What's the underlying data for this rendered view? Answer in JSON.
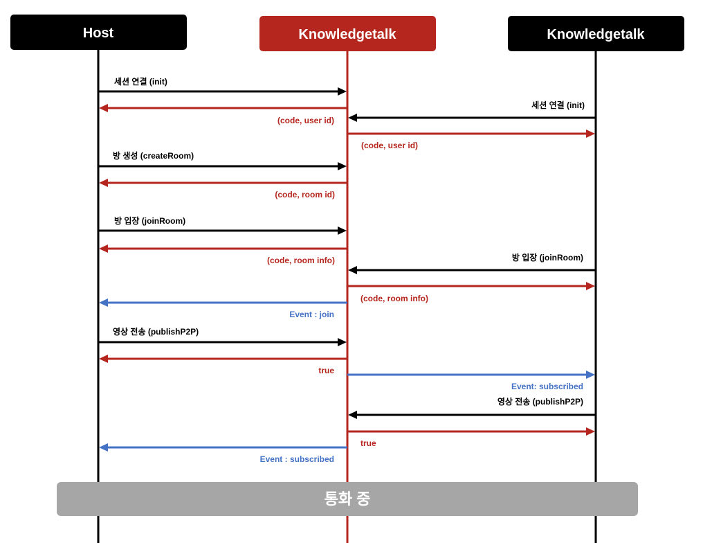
{
  "participants": [
    {
      "name": "Host",
      "color": "#000000"
    },
    {
      "name": "Knowledgetalk",
      "color": "#b5261e"
    },
    {
      "name": "Knowledgetalk",
      "color": "#000000"
    }
  ],
  "messages": [
    {
      "from": 0,
      "to": 1,
      "color": "#000000",
      "label": "세션 연결 (init)"
    },
    {
      "from": 1,
      "to": 0,
      "color": "#b5261e",
      "label": "(code, user id)"
    },
    {
      "from": 2,
      "to": 1,
      "color": "#000000",
      "label": "세션 연결 (init)"
    },
    {
      "from": 1,
      "to": 2,
      "color": "#b5261e",
      "label": "(code, user id)"
    },
    {
      "from": 0,
      "to": 1,
      "color": "#000000",
      "label": "방 생성 (createRoom)"
    },
    {
      "from": 1,
      "to": 0,
      "color": "#b5261e",
      "label": "(code, room id)"
    },
    {
      "from": 0,
      "to": 1,
      "color": "#000000",
      "label": "방 입장 (joinRoom)"
    },
    {
      "from": 1,
      "to": 0,
      "color": "#b5261e",
      "label": "(code, room info)"
    },
    {
      "from": 2,
      "to": 1,
      "color": "#000000",
      "label": "방 입장 (joinRoom)"
    },
    {
      "from": 1,
      "to": 2,
      "color": "#b5261e",
      "label": "(code, room info)"
    },
    {
      "from": 1,
      "to": 0,
      "color": "#4472c4",
      "label": "Event : join"
    },
    {
      "from": 0,
      "to": 1,
      "color": "#000000",
      "label": "영상 전송 (publishP2P)"
    },
    {
      "from": 1,
      "to": 0,
      "color": "#b5261e",
      "label": "true"
    },
    {
      "from": 1,
      "to": 2,
      "color": "#4472c4",
      "label": "Event: subscribed"
    },
    {
      "from": 2,
      "to": 1,
      "color": "#000000",
      "label": "영상 전송 (publishP2P)"
    },
    {
      "from": 1,
      "to": 2,
      "color": "#b5261e",
      "label": "true"
    },
    {
      "from": 1,
      "to": 0,
      "color": "#4472c4",
      "label": "Event : subscribed"
    }
  ],
  "status_bar": {
    "label": "통화 중",
    "color": "#a6a6a6"
  }
}
